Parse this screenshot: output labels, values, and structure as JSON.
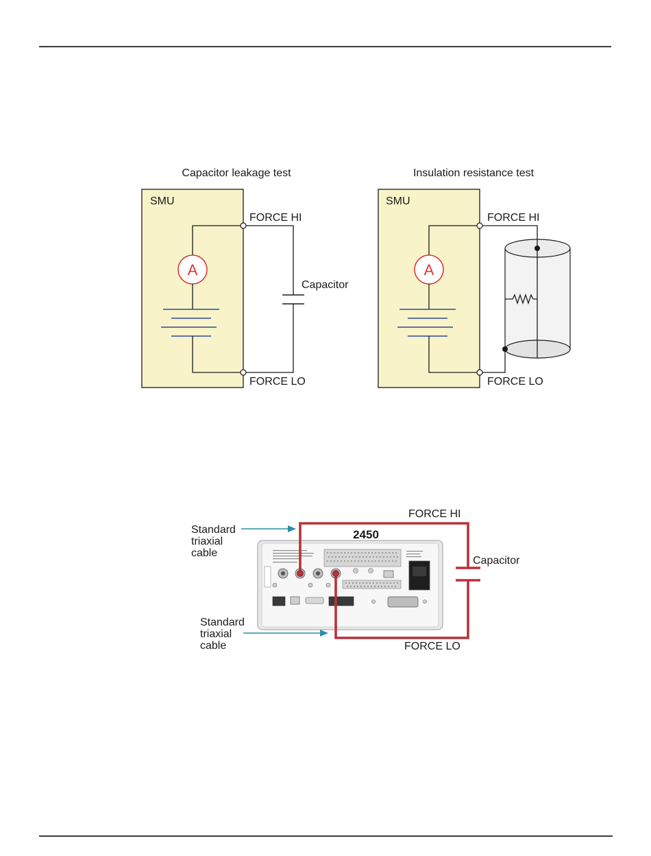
{
  "figure_top": {
    "left_panel": {
      "title": "Capacitor leakage test",
      "smu_label": "SMU",
      "meter_symbol": "A",
      "force_hi": "FORCE HI",
      "force_lo": "FORCE LO",
      "component_label": "Capacitor"
    },
    "right_panel": {
      "title": "Insulation resistance test",
      "smu_label": "SMU",
      "meter_symbol": "A",
      "force_hi": "FORCE HI",
      "force_lo": "FORCE LO"
    }
  },
  "figure_bottom": {
    "model": "2450",
    "force_hi": "FORCE HI",
    "force_lo": "FORCE LO",
    "capacitor_label": "Capacitor",
    "cable_top": [
      "Standard",
      "triaxial",
      "cable"
    ],
    "cable_bottom": [
      "Standard",
      "triaxial",
      "cable"
    ],
    "colors": {
      "smu_fill": "#f8f3c9",
      "meter_red": "#d93a3a",
      "battery_blue": "#2f4a8f",
      "cable_red": "#b8323b",
      "arrow_teal": "#2a8ea8"
    }
  }
}
